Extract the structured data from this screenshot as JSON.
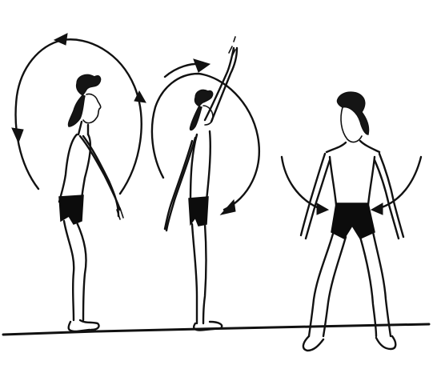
{
  "illustration": {
    "figures": [
      {
        "name": "figure-arm-circles-side"
      },
      {
        "name": "figure-one-arm-raised"
      },
      {
        "name": "figure-wide-stance-front"
      }
    ],
    "colors": {
      "ink": "#111111",
      "background": "#ffffff"
    }
  }
}
